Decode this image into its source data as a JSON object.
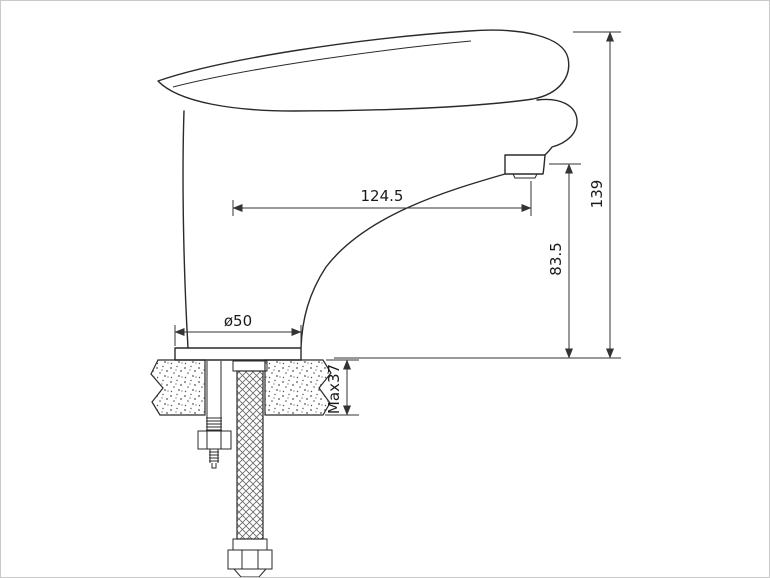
{
  "page": {
    "background": "#ffffff",
    "border_color": "#c9c9c9",
    "line_color": "#2a2a2a",
    "dimension_color": "#333333"
  },
  "drawing": {
    "dimensions": {
      "spout_reach": "124.5",
      "spout_height": "83.5",
      "total_height": "139",
      "base_diameter": "ø50",
      "max_mount_thickness": "Max37"
    }
  }
}
